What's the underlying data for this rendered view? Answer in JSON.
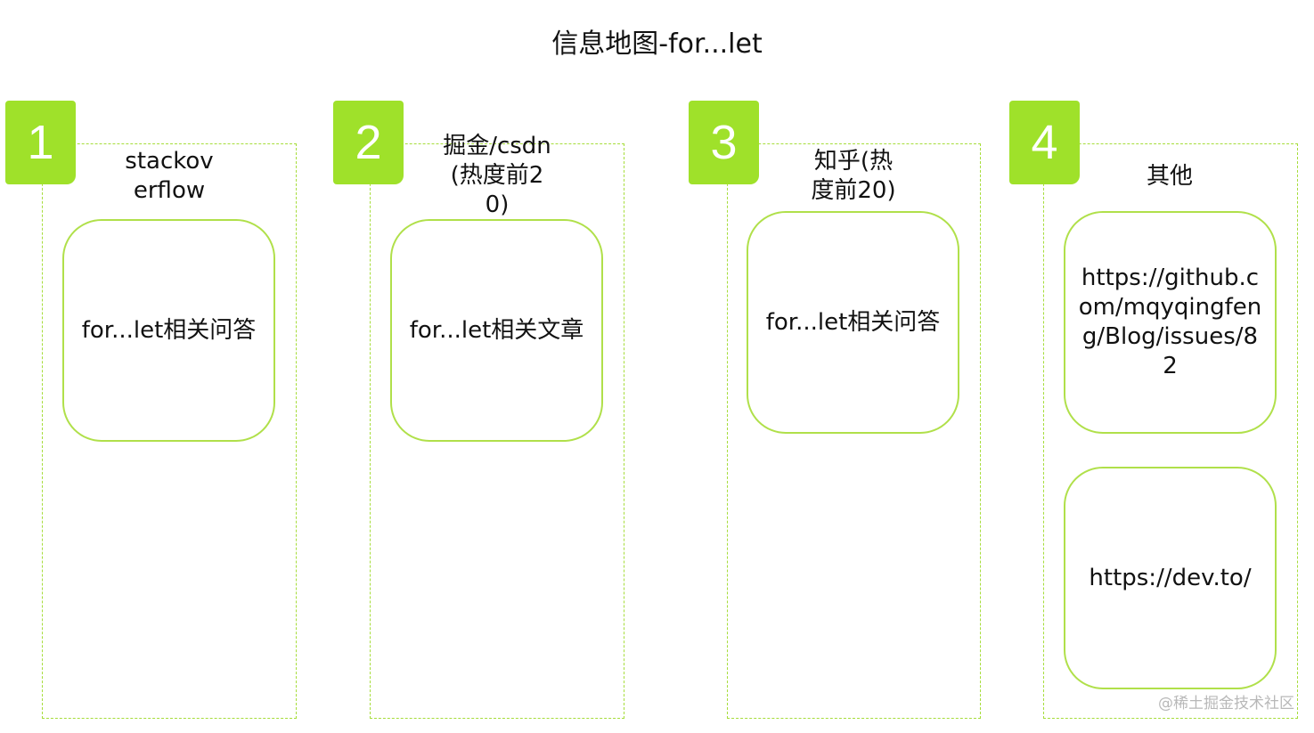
{
  "title": "信息地图-for...let",
  "columns": [
    {
      "number": "1",
      "title": "stackoverflow",
      "cards": [
        "for...let相关问答"
      ]
    },
    {
      "number": "2",
      "title": "掘金/csdn(热度前20)",
      "cards": [
        "for...let相关文章"
      ]
    },
    {
      "number": "3",
      "title": "知乎(热度前20)",
      "cards": [
        "for...let相关问答"
      ]
    },
    {
      "number": "4",
      "title": "其他",
      "cards": [
        "https://github.com/mqyqingfeng/Blog/issues/82",
        "https://dev.to/"
      ]
    }
  ],
  "watermark": "@稀土掘金技术社区",
  "colors": {
    "badge_fill": "#9fe12a",
    "card_border": "#b0e04a",
    "column_border": "#a6dd3a"
  }
}
